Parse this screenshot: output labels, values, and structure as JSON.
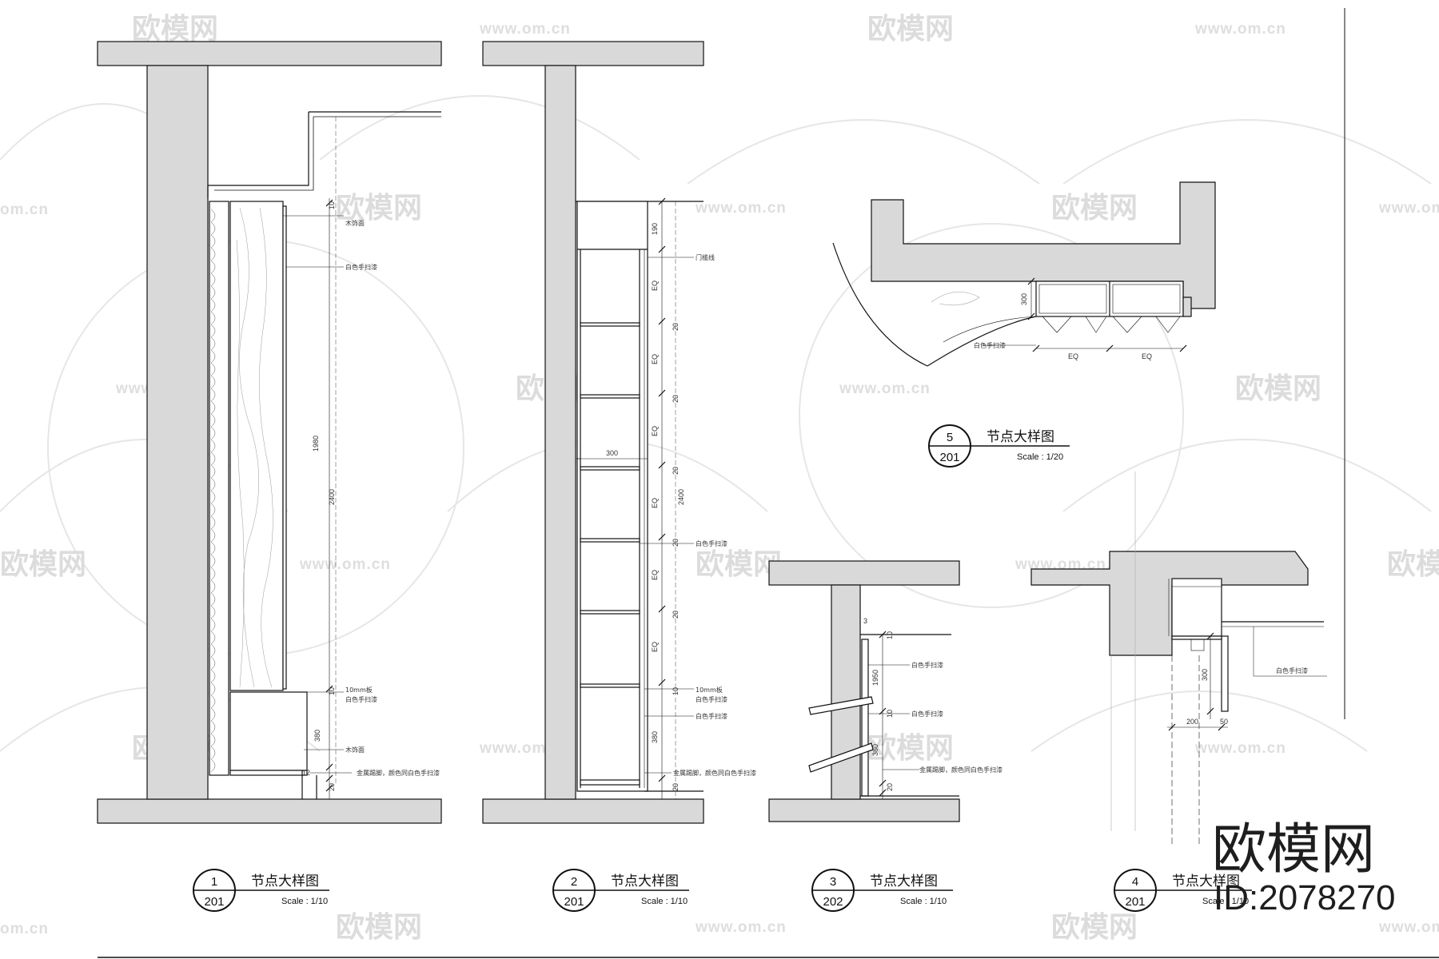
{
  "watermark": {
    "brand_cn": "欧模网",
    "url": "www.om.cn",
    "url_partial": "om.cn",
    "cn_partial": "欧模网"
  },
  "brand": {
    "name": "欧模网",
    "id": "ID:2078270"
  },
  "details": [
    {
      "number": "1",
      "sheet": "201",
      "title": "节点大样图",
      "scale": "Scale : 1/10"
    },
    {
      "number": "2",
      "sheet": "201",
      "title": "节点大样图",
      "scale": "Scale : 1/10"
    },
    {
      "number": "3",
      "sheet": "202",
      "title": "节点大样图",
      "scale": "Scale : 1/10"
    },
    {
      "number": "4",
      "sheet": "201",
      "title": "节点大样图",
      "scale": "Scale : 1/10"
    },
    {
      "number": "5",
      "sheet": "201",
      "title": "节点大样图",
      "scale": "Scale : 1/20"
    }
  ],
  "detail1": {
    "dims": {
      "d10": "10",
      "d1980": "1980",
      "d2400": "2400",
      "d10b": "10",
      "d380": "380",
      "d12": "12",
      "d20": "20"
    },
    "notes": {
      "n1": "木饰面",
      "n2": "白色手扫漆",
      "n3": "10mm板",
      "n4": "白色手扫漆",
      "n5": "木饰面",
      "n6": "金属踢脚，颜色同白色手扫漆"
    }
  },
  "detail2": {
    "dims": {
      "d190": "190",
      "eq": "EQ",
      "d20": "20",
      "d300": "300",
      "d2400": "2400",
      "d10": "10",
      "d380": "380",
      "d20b": "20"
    },
    "notes": {
      "n1": "门槛线",
      "n2": "白色手扫漆",
      "n3": "10mm板",
      "n4": "白色手扫漆",
      "n5": "白色手扫漆",
      "n6": "金属踢脚，颜色同白色手扫漆"
    }
  },
  "detail3": {
    "dims": {
      "d3": "3",
      "d10": "10",
      "d1950": "1950",
      "d10b": "10",
      "d380": "380",
      "d20": "20"
    },
    "notes": {
      "n1": "白色手扫漆",
      "n2": "白色手扫漆",
      "n3": "金属踢脚，颜色同白色手扫漆"
    }
  },
  "detail4": {
    "dims": {
      "d300": "300",
      "d200": "200",
      "d50": "50"
    },
    "notes": {
      "n1": "白色手扫漆"
    }
  },
  "detail5": {
    "dims": {
      "d300": "300",
      "eq1": "EQ",
      "eq2": "EQ"
    },
    "notes": {
      "n1": "白色手扫漆"
    }
  },
  "colors": {
    "wall_fill": "#d9d9d9",
    "line": "#111111",
    "watermark": "#dcdcdc"
  }
}
